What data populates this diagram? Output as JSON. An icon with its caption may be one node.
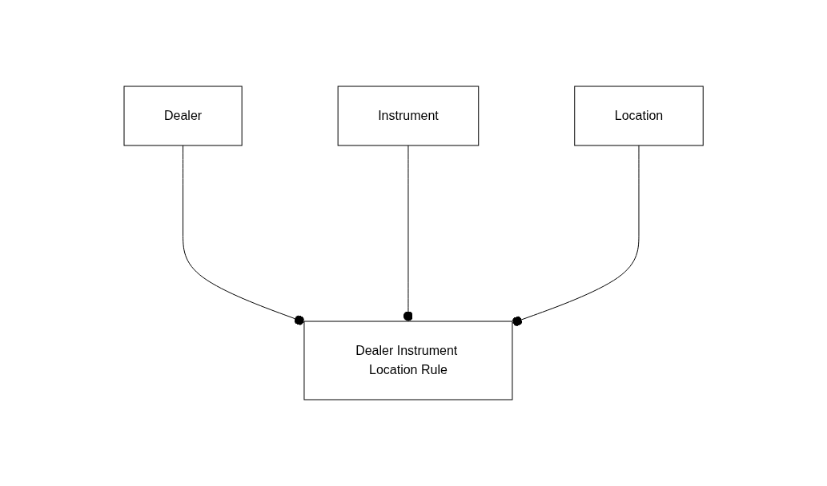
{
  "diagram": {
    "nodes": [
      {
        "text": [
          "Dealer"
        ]
      },
      {
        "text": [
          "Instrument"
        ]
      },
      {
        "text": [
          "Dealer Instrument Location Rule"
        ]
      },
      {
        "text": [
          "Location"
        ]
      }
    ],
    "edges": [
      {
        "from": 0,
        "to": 2,
        "arrow": "other"
      },
      {
        "from": 1,
        "to": 2,
        "arrow": "other"
      },
      {
        "from": 3,
        "to": 2,
        "arrow": "other"
      }
    ]
  }
}
